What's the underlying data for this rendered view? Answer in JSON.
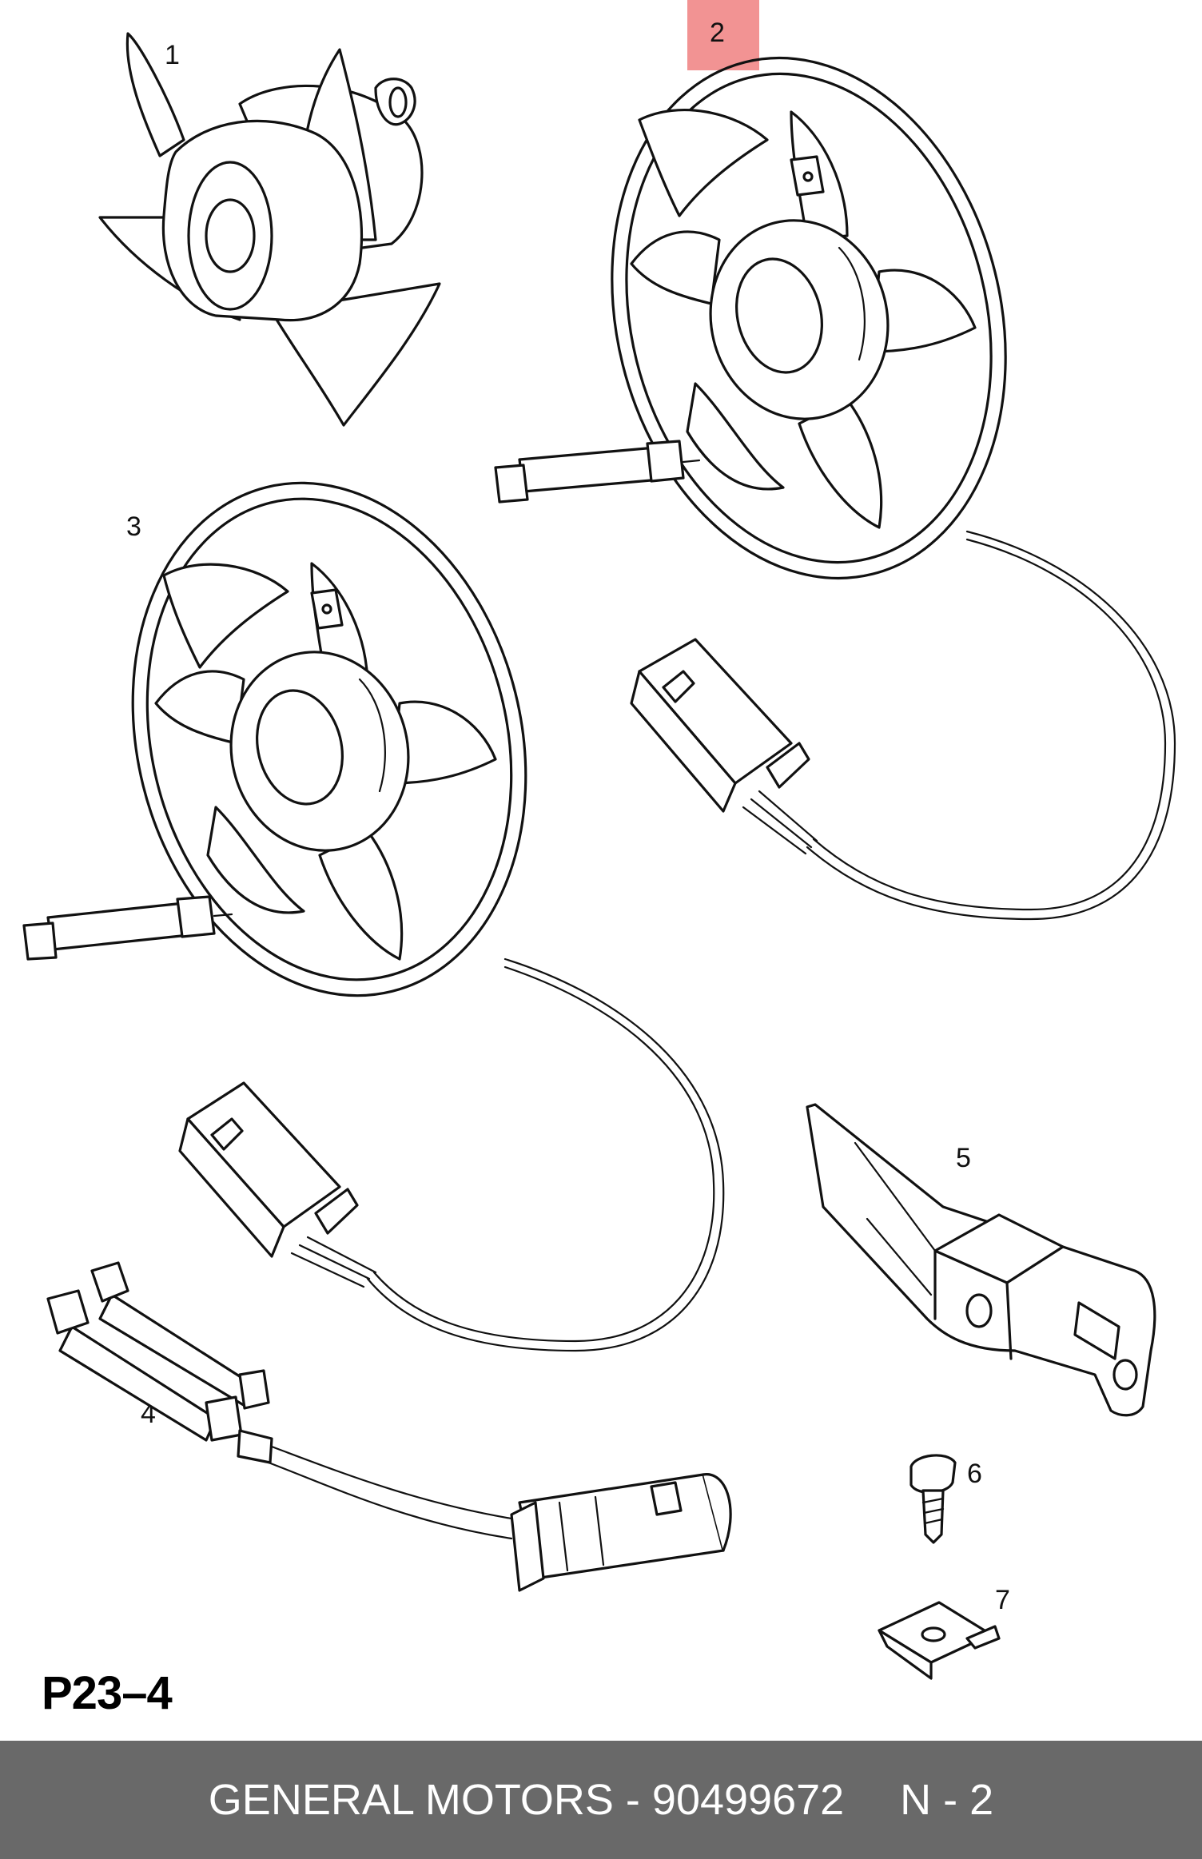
{
  "diagram": {
    "page_ref": "P23–4",
    "part_labels": [
      "1",
      "2",
      "3",
      "4",
      "5",
      "6",
      "7"
    ],
    "highlight_color": "#f08080"
  },
  "footer": {
    "brand": "GENERAL MOTORS",
    "dash": "-",
    "part_number": "90499672",
    "position": "N - 2",
    "background": "#696969"
  }
}
